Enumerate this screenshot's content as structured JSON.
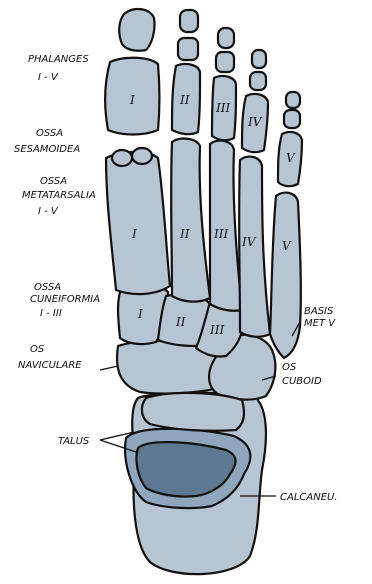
{
  "labels": {
    "phalanges": "PHALANGES",
    "phalanges_range": "I - V",
    "sesamoid_1": "OSSA",
    "sesamoid_2": "SESAMOIDEA",
    "metatarsal_1": "OSSA",
    "metatarsal_2": "METATARSALIA",
    "metatarsal_3": "I - V",
    "cuneiform_1": "OSSA",
    "cuneiform_2": "CUNEIFORMIA",
    "cuneiform_3": "I - III",
    "basis_1": "BASIS",
    "basis_2": "MET V",
    "navicular_1": "OS",
    "navicular_2": "NAVICULARE",
    "cuboid_1": "OS",
    "cuboid_2": "CUBOID",
    "talus": "TALUS",
    "calcaneus": "CALCANEU."
  },
  "numerals": {
    "prox_1": "I",
    "prox_2": "II",
    "prox_3": "III",
    "prox_4": "IV",
    "prox_5": "V",
    "meta_1": "I",
    "meta_2": "II",
    "meta_3": "III",
    "meta_4": "IV",
    "meta_5": "V",
    "cun_1": "I",
    "cun_2": "II",
    "cun_3": "III"
  },
  "colors": {
    "bone_fill": "#b7c5d3",
    "bone_dark": "#8fa6bc",
    "talus_fill": "#5f7891",
    "outline": "#111111"
  }
}
